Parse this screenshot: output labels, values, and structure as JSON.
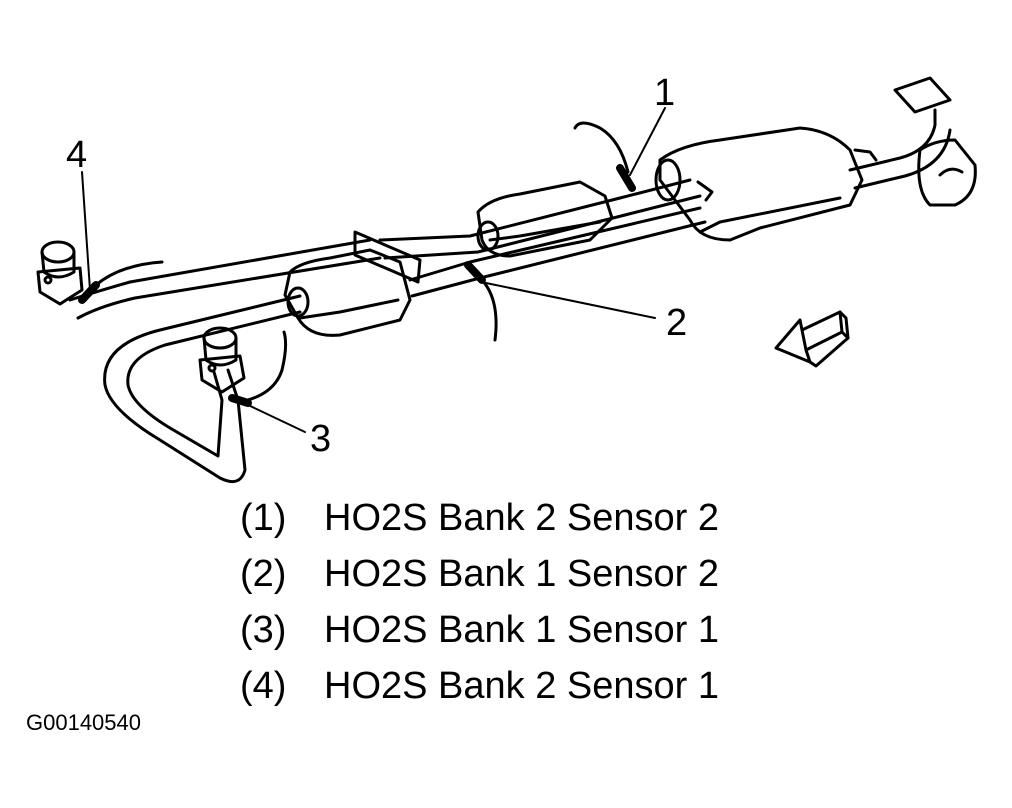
{
  "callouts": [
    "1",
    "2",
    "3",
    "4"
  ],
  "legend": [
    {
      "num": "(1)",
      "text": "HO2S Bank 2 Sensor 2"
    },
    {
      "num": "(2)",
      "text": "HO2S Bank 1 Sensor 2"
    },
    {
      "num": "(3)",
      "text": "HO2S Bank 1 Sensor 1"
    },
    {
      "num": "(4)",
      "text": "HO2S Bank 2 Sensor 1"
    }
  ],
  "figure_id": "G00140540",
  "icons": [
    "exhaust-system-drawing",
    "front-direction-arrow-icon"
  ],
  "colors": {
    "ink": "#000000",
    "background": "#ffffff"
  }
}
